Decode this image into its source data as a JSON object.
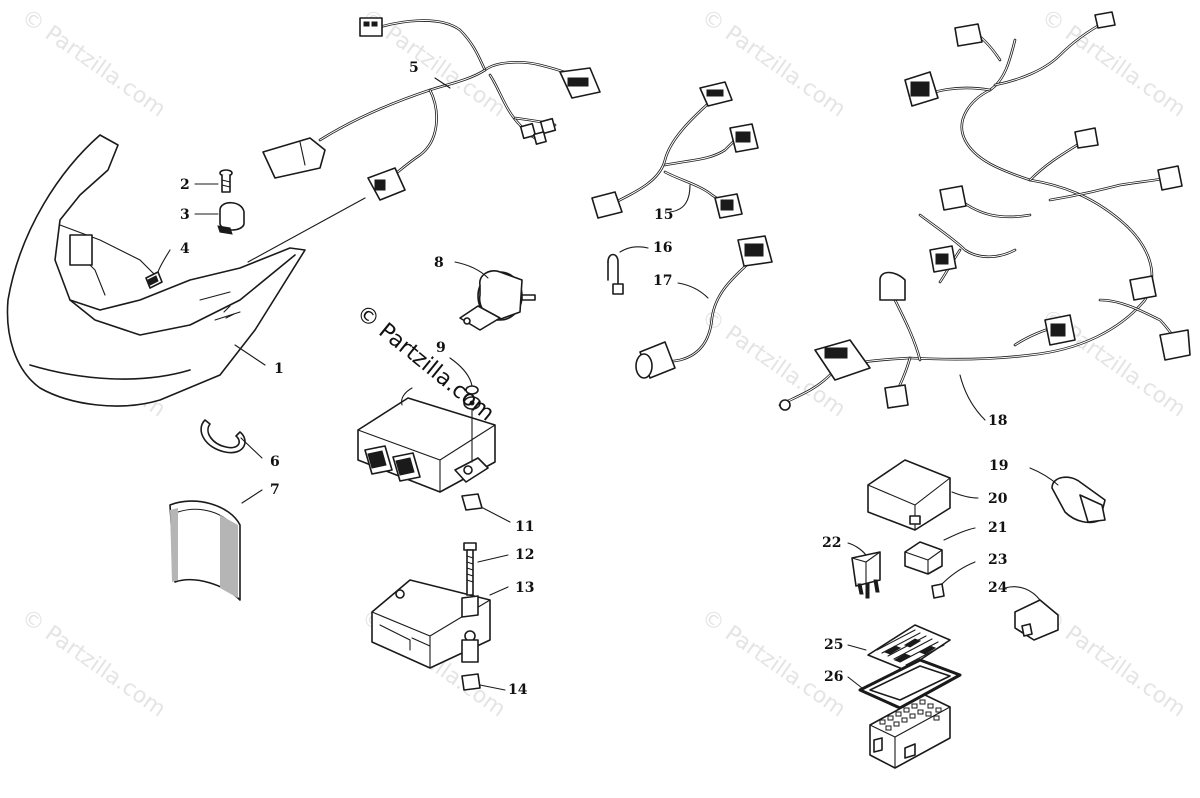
{
  "watermark": "© Partzilla.com",
  "center_watermark": "© Partzilla.com",
  "callouts": [
    {
      "label": "1"
    },
    {
      "label": "2"
    },
    {
      "label": "3"
    },
    {
      "label": "4"
    },
    {
      "label": "5"
    },
    {
      "label": "6"
    },
    {
      "label": "7"
    },
    {
      "label": "8"
    },
    {
      "label": "9"
    },
    {
      "label": "11"
    },
    {
      "label": "12"
    },
    {
      "label": "13"
    },
    {
      "label": "14"
    },
    {
      "label": "15"
    },
    {
      "label": "16"
    },
    {
      "label": "17"
    },
    {
      "label": "18"
    },
    {
      "label": "19"
    },
    {
      "label": "20"
    },
    {
      "label": "21"
    },
    {
      "label": "22"
    },
    {
      "label": "23"
    },
    {
      "label": "24"
    },
    {
      "label": "25"
    },
    {
      "label": "26"
    }
  ]
}
